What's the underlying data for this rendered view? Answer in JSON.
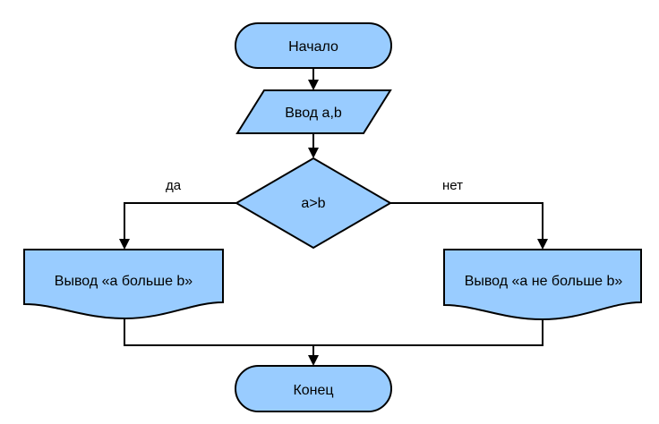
{
  "diagram": {
    "type": "flowchart",
    "colors": {
      "node_fill": "#99ccff",
      "stroke": "#000000",
      "text": "#000000",
      "background": "#ffffff"
    },
    "nodes": {
      "start": {
        "shape": "terminator",
        "label": "Начало"
      },
      "input": {
        "shape": "parallelogram",
        "label": "Ввод a,b"
      },
      "decision": {
        "shape": "diamond",
        "label": "a>b"
      },
      "output_yes": {
        "shape": "document",
        "label": "Вывод «a больше b»"
      },
      "output_no": {
        "shape": "document",
        "label": "Вывод «a не больше b»"
      },
      "end": {
        "shape": "terminator",
        "label": "Конец"
      }
    },
    "edges": {
      "yes_label": "да",
      "no_label": "нет"
    },
    "connections": [
      [
        "start",
        "input"
      ],
      [
        "input",
        "decision"
      ],
      [
        "decision",
        "output_yes",
        "да"
      ],
      [
        "decision",
        "output_no",
        "нет"
      ],
      [
        "output_yes",
        "end"
      ],
      [
        "output_no",
        "end"
      ]
    ]
  }
}
